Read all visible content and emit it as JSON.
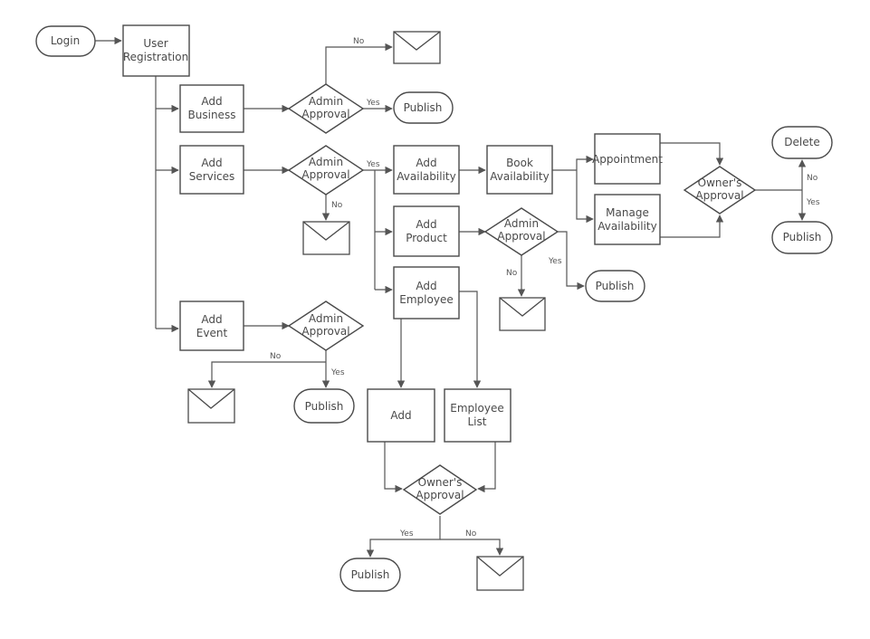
{
  "nodes": {
    "login": "Login",
    "user_registration": [
      "User",
      "Registration"
    ],
    "add_business": [
      "Add",
      "Business"
    ],
    "add_services": [
      "Add",
      "Services"
    ],
    "add_event": [
      "Add",
      "Event"
    ],
    "admin_approval": [
      "Admin",
      "Approval"
    ],
    "publish": "Publish",
    "add_availability": [
      "Add",
      "Availability"
    ],
    "book_availability": [
      "Book",
      "Availability"
    ],
    "appointment": "Appointment",
    "manage_availability": [
      "Manage",
      "Availability"
    ],
    "owners_approval": [
      "Owner's",
      "Approval"
    ],
    "delete": "Delete",
    "add_product": [
      "Add",
      "Product"
    ],
    "add_employee": [
      "Add",
      "Employee"
    ],
    "add": "Add",
    "employee_list": [
      "Employee",
      "List"
    ]
  },
  "labels": {
    "yes": "Yes",
    "no": "No"
  },
  "colors": {
    "stroke": "#4a4a4a",
    "text": "#4a4a4a",
    "background": "#ffffff"
  },
  "icons": {
    "mail": "envelope-icon"
  }
}
